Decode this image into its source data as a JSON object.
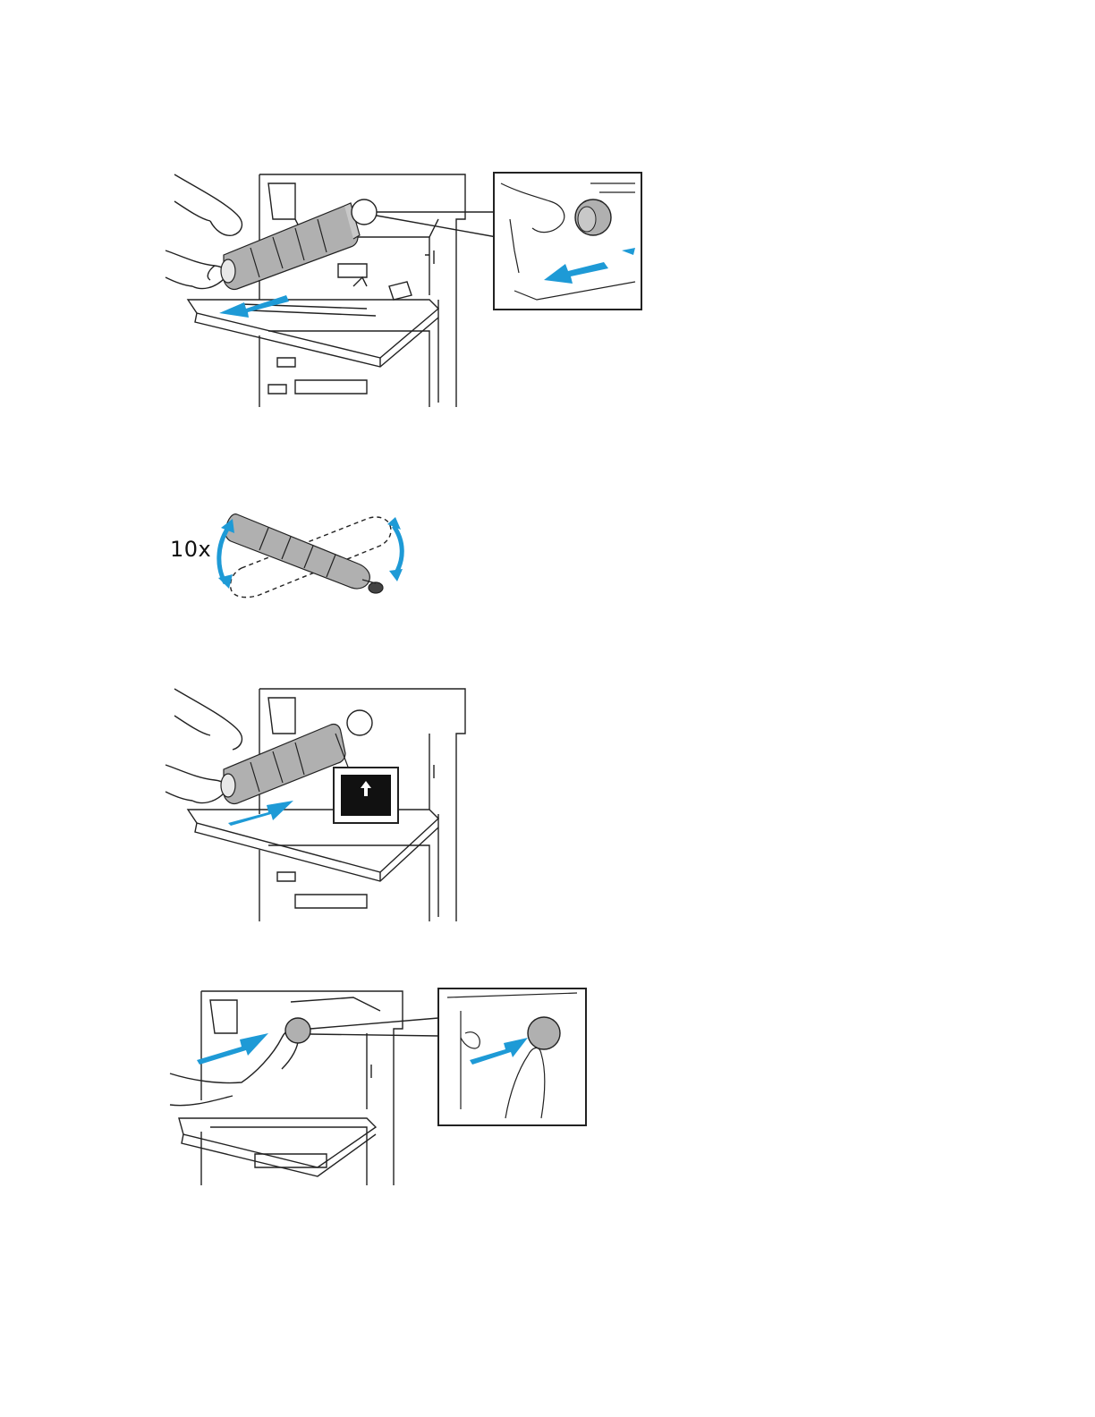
{
  "figures": [
    {
      "id": "remove-toner",
      "callout": "finger-pull-inset"
    },
    {
      "id": "shake-toner",
      "label": "10x"
    },
    {
      "id": "insert-toner",
      "callout": "up-arrow-label"
    },
    {
      "id": "push-cap",
      "callout": "finger-push-inset"
    }
  ],
  "colors": {
    "arrow": "#1e9ad6",
    "toner": "#b0b0b0",
    "line": "#222222"
  }
}
